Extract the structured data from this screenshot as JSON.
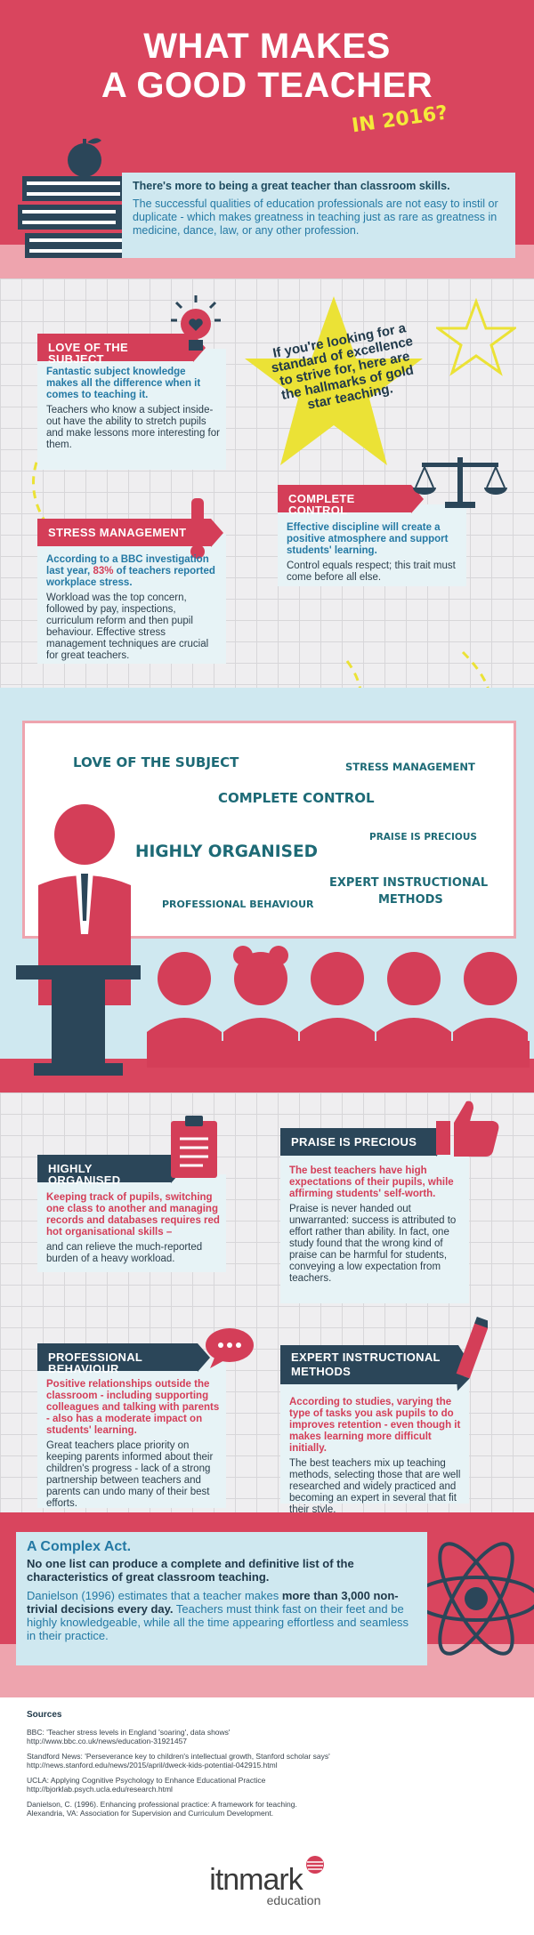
{
  "header": {
    "title_line1": "WHAT MAKES",
    "title_line2": "A GOOD TEACHER",
    "year_tag": "IN 2016?"
  },
  "intro": {
    "lead": "There's more to being a great teacher than classroom skills.",
    "body": "The successful qualities of education professionals are not easy to instil or duplicate - which makes greatness in teaching just as rare as greatness in medicine, dance, law, or any other profession."
  },
  "star_quote": "If you're looking for a standard of excellence to strive for, here are the hallmarks of gold star teaching.",
  "sections": {
    "love": {
      "title": "Love of the subject",
      "lead": "Fantastic subject knowledge makes all the difference when it comes to teaching it.",
      "body": "Teachers who know a subject inside-out have the ability to stretch pupils and make lessons more interesting for them."
    },
    "control": {
      "title": "Complete control",
      "lead": "Effective discipline will create a positive atmosphere and support students' learning.",
      "body": "Control equals respect; this trait must come before all else."
    },
    "stress": {
      "title": "Stress management",
      "lead_pre": "According to a BBC investigation last year, ",
      "lead_pct": "83%",
      "lead_post": " of teachers reported workplace stress.",
      "body": "Workload was the top concern, followed by pay, inspections, curriculum reform and then pupil behaviour. Effective stress management techniques are crucial for great teachers."
    },
    "organised": {
      "title": "Highly organised",
      "lead": "Keeping track of pupils, switching one class to another and managing records and databases requires red hot organisational skills –",
      "body": "and can relieve the much-reported burden of a heavy workload."
    },
    "praise": {
      "title": "Praise is precious",
      "lead": "The best teachers have high expectations of their pupils, while affirming students' self-worth.",
      "body": "Praise is never handed out unwarranted: success is attributed to effort rather than ability. In fact, one study found that the wrong kind of praise can be harmful for students, conveying a low expectation from teachers."
    },
    "professional": {
      "title": "Professional behaviour",
      "lead": "Positive relationships outside the classroom - including supporting colleagues and talking with parents - also has a moderate impact on students' learning.",
      "body": "Great teachers place priority on keeping parents informed about their children's progress - lack of a strong partnership between teachers and parents can undo many of their best efforts."
    },
    "expert": {
      "title_line1": "Expert instructional",
      "title_line2": "methods",
      "lead": "According to studies, varying the type of tasks you ask pupils to do improves retention - even though it makes learning more difficult initially.",
      "body": "The best teachers mix up teaching methods, selecting those that are well researched and widely practiced and becoming an expert in several that fit their style."
    }
  },
  "board": {
    "love": "Love of the subject",
    "stress": "Stress management",
    "control": "Complete control",
    "organised": "Highly organised",
    "praise": "Praise is precious",
    "expert1": "Expert instructional",
    "expert2": "methods",
    "professional": "Professional behaviour"
  },
  "complex": {
    "title": "A Complex Act.",
    "lead": "No one list can produce a complete and definitive list of the characteristics of great classroom teaching.",
    "body_pre": "Danielson (1996) estimates that a teacher makes ",
    "body_bold": "more than 3,000 non-trivial decisions every day.",
    "body_post": "Teachers must think fast on their feet and be highly knowledgeable, while all the time appearing effortless and seamless in their practice."
  },
  "sources": {
    "heading": "Sources",
    "s1_a": "BBC: 'Teacher stress levels in England 'soaring', data shows'",
    "s1_b": "http://www.bbc.co.uk/news/education-31921457",
    "s2_a": "Standford News: 'Perseverance key to children's intellectual growth, Stanford scholar says'",
    "s2_b": "http://news.stanford.edu/news/2015/april/dweck-kids-potential-042915.html",
    "s3_a": "UCLA: Applying Cognitive Psychology to Enhance Educational Practice",
    "s3_b": "http://bjorklab.psych.ucla.edu/research.html",
    "s4_a": "Danielson, C. (1996). Enhancing professional practice: A framework for teaching.",
    "s4_b": "Alexandria, VA: Association for Supervision and Curriculum Development."
  },
  "footer": {
    "brand": "itnmark",
    "sub": "education"
  },
  "colors": {
    "red": "#d43e58",
    "pink": "#eea4ae",
    "navy": "#2b4659",
    "teal": "#1d6a76",
    "yellow": "#ebe236",
    "light_blue": "#cfe8f0"
  }
}
